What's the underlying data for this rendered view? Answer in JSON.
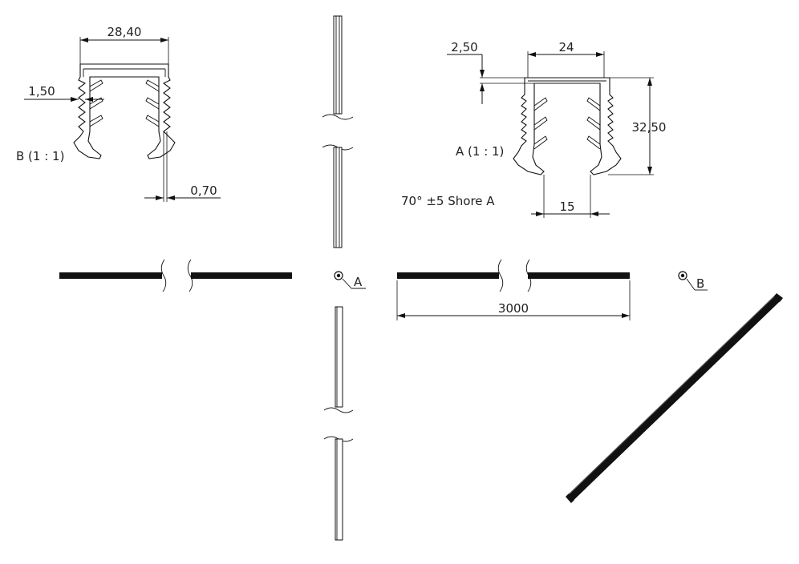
{
  "dimensions": {
    "width_b": "28,40",
    "wall_b": "1,50",
    "lip_b": "0,70",
    "top_a": "2,50",
    "width_a": "24",
    "height_a": "32,50",
    "opening_a": "15",
    "length": "3000"
  },
  "labels": {
    "detail_b": "B (1 : 1)",
    "detail_a": "A (1 : 1)",
    "hardness": "70°  ±5 Shore A",
    "marker_a": "A",
    "marker_b": "B"
  }
}
